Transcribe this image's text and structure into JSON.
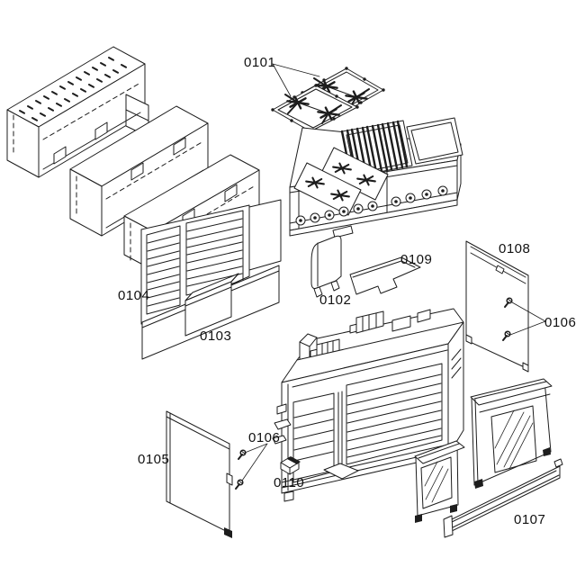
{
  "diagram": {
    "background": "#ffffff",
    "line_color": "#1d1d1d",
    "labels": [
      {
        "text": "0101",
        "part": "burner-grates"
      },
      {
        "text": "0102",
        "part": "burner-box-cover"
      },
      {
        "text": "0103",
        "part": "lower-back-panel"
      },
      {
        "text": "0104",
        "part": "vented-back-panel"
      },
      {
        "text": "0105",
        "part": "left-side-panel"
      },
      {
        "text": "0106",
        "part": "mounting-screws-left"
      },
      {
        "text": "0106",
        "part": "mounting-screws-right"
      },
      {
        "text": "0107",
        "part": "toe-kick-panel"
      },
      {
        "text": "0108",
        "part": "right-side-panel"
      },
      {
        "text": "0109",
        "part": "cover-plate"
      },
      {
        "text": "0110",
        "part": "mounting-bracket"
      }
    ]
  }
}
